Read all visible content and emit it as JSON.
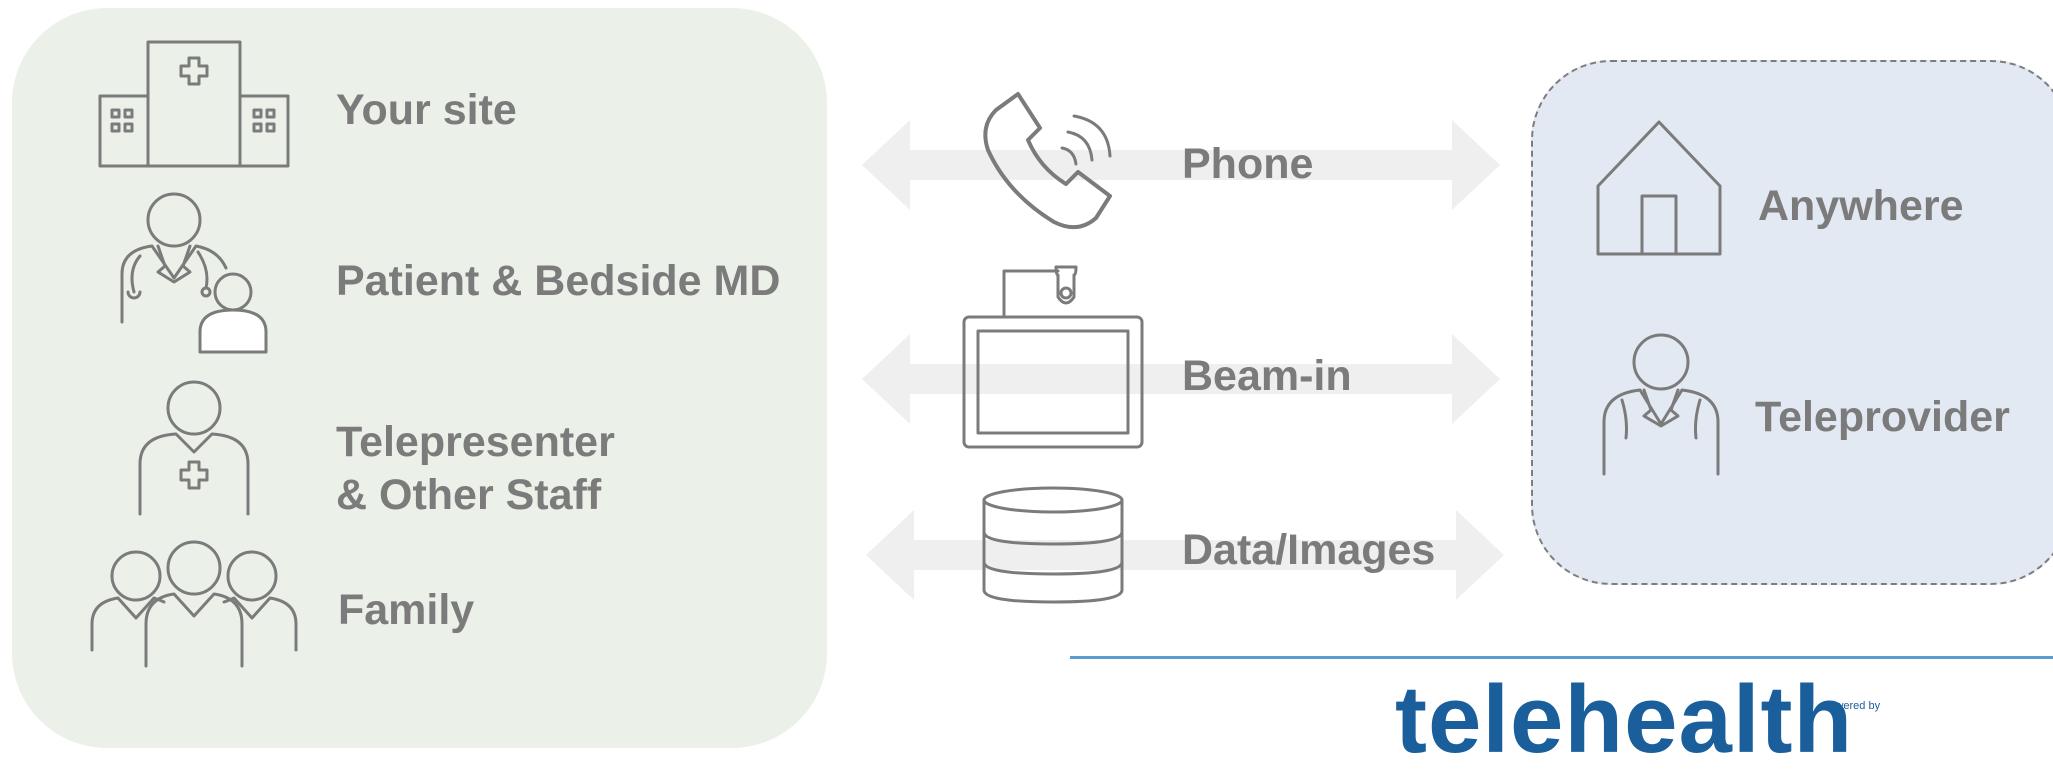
{
  "local_site": {
    "your_site": "Your site",
    "patient": "Patient & Bedside MD",
    "telepresenter_line1": "Telepresenter",
    "telepresenter_line2": "& Other Staff",
    "family": "Family"
  },
  "connections": {
    "phone": "Phone",
    "beam_in": "Beam-in",
    "data_images": "Data/Images"
  },
  "remote_site": {
    "anywhere": "Anywhere",
    "teleprovider": "Teleprovider"
  },
  "footer": {
    "logo": "telehealth",
    "powered_by": "Powered by"
  },
  "colors": {
    "left_panel": "#ebf0e8",
    "right_panel": "#e2e9f3",
    "text_gray": "#7b7b7b",
    "arrow_gray": "#efefef",
    "brand_blue": "#1a5f9c",
    "rule_blue": "#5b9bd0"
  },
  "icons": [
    "hospital-icon",
    "doctor-patient-icon",
    "telepresenter-icon",
    "family-icon",
    "phone-icon",
    "robot-screen-icon",
    "database-icon",
    "house-icon",
    "teleprovider-icon"
  ]
}
